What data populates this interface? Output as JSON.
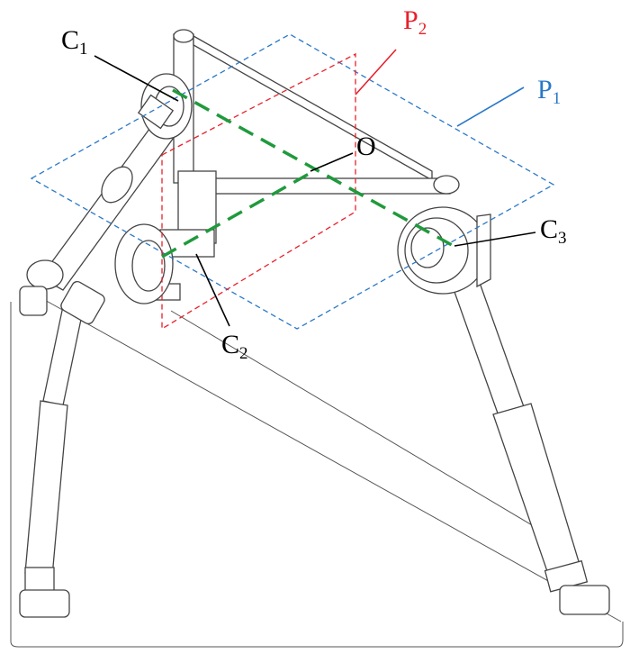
{
  "labels": {
    "c1": {
      "main": "C",
      "sub": "1"
    },
    "p2": {
      "main": "P",
      "sub": "2"
    },
    "p1": {
      "main": "P",
      "sub": "1"
    },
    "o": {
      "main": "O"
    },
    "c3": {
      "main": "C",
      "sub": "3"
    },
    "c2": {
      "main": "C",
      "sub": "2"
    }
  },
  "colors": {
    "plane_p1": "#2a78c8",
    "plane_p2": "#e8202a",
    "axis_line": "#1f9a3c",
    "leader": "#000000"
  }
}
